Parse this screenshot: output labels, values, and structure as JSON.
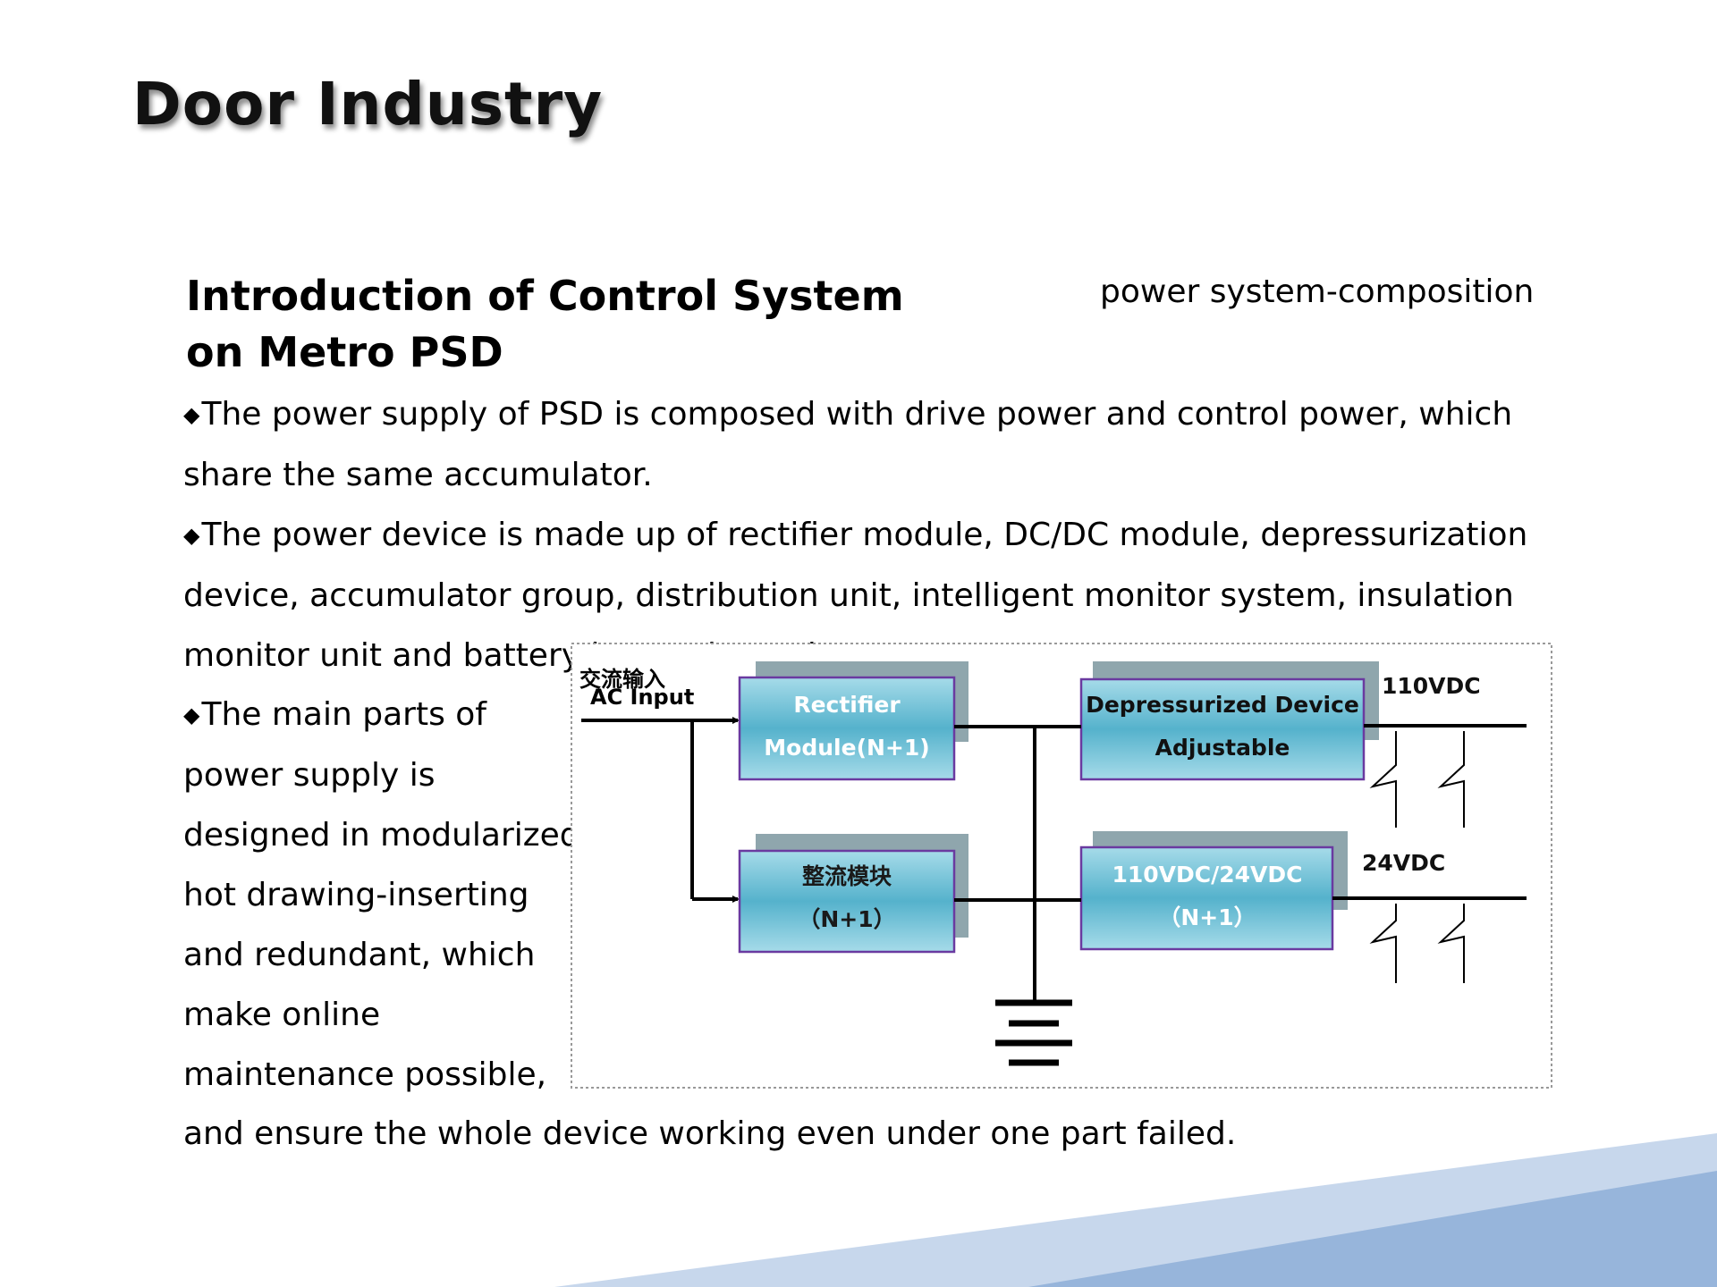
{
  "slide_title": "Door Industry",
  "section_title": [
    "Introduction of Control System",
    "on Metro PSD"
  ],
  "section_subtitle": "power system-composition",
  "bullet_glyph": "◆",
  "paragraphs": {
    "p1": [
      "The power supply of PSD is composed with drive power and control power, which",
      "share the same accumulator."
    ],
    "p2": [
      "The power device is made up of rectifier module, DC/DC module, depressurization",
      "device, accumulator group, distribution unit, intelligent monitor system, insulation",
      "monitor unit and battery inspection unit."
    ],
    "p3": [
      "The main parts of",
      "power supply is",
      "designed in modularized,",
      "hot drawing-inserting",
      "and  redundant, which",
      "make online",
      "maintenance possible,"
    ],
    "p3_last": "and ensure the whole device working even under one part failed."
  },
  "diagram": {
    "ac_input_cn": "交流输入",
    "ac_input_en": "AC Input",
    "rectifier_en": [
      "Rectifier",
      "Module(N+1)"
    ],
    "rectifier_cn": [
      "整流模块",
      "（N+1）"
    ],
    "depressurized": [
      "Depressurized Device",
      "Adjustable"
    ],
    "dcdc": [
      "110VDC/24VDC",
      "（N+1）"
    ],
    "out_110": "110VDC",
    "out_24": "24VDC"
  },
  "colors": {
    "box_top": "#a6dbe9",
    "box_mid": "#55b2cc",
    "box_border": "#6a3aa0",
    "box_shadow": "#8fa6ad",
    "deco_light": "#c7d7ec",
    "deco_dark": "#97b5db"
  }
}
